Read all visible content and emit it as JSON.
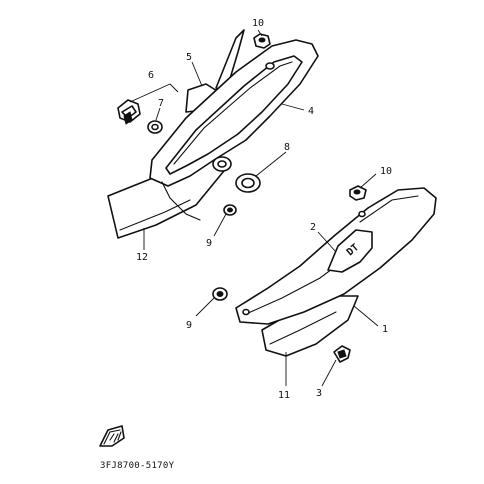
{
  "diagram": {
    "callouts": {
      "c1": "1",
      "c2": "2",
      "c3": "3",
      "c4": "4",
      "c5": "5",
      "c6": "6",
      "c7": "7",
      "c8": "8",
      "c9a": "9",
      "c9b": "9",
      "c10a": "10",
      "c10b": "10",
      "c11": "11",
      "c12": "12"
    },
    "side_cover_decal_text": "DT",
    "drawing_code": "3FJ8700-5170Y"
  },
  "colors": {
    "ink": "#111111",
    "paper": "#ffffff"
  }
}
